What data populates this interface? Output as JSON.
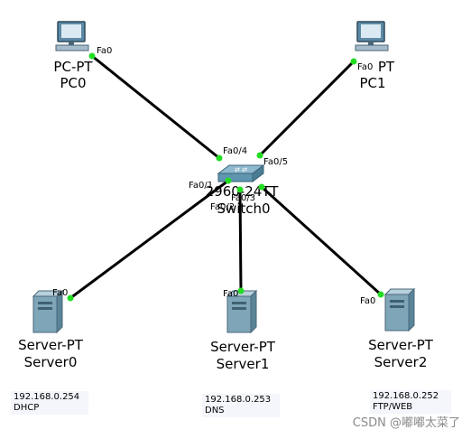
{
  "devices": {
    "pc0": {
      "type_label": "PC-PT",
      "name": "PC0"
    },
    "pc1": {
      "type_label": "PT",
      "name": "PC1"
    },
    "switch0": {
      "type_label": "2960-24TT",
      "name": "Switch0"
    },
    "server0": {
      "type_label": "Server-PT",
      "name": "Server0"
    },
    "server1": {
      "type_label": "Server-PT",
      "name": "Server1"
    },
    "server2": {
      "type_label": "Server-PT",
      "name": "Server2"
    }
  },
  "ports": {
    "pc0_fa0": "Fa0",
    "pc1_fa0": "Fa0",
    "sw_fa04": "Fa0/4",
    "sw_fa05": "Fa0/5",
    "sw_fa01": "Fa0/1",
    "sw_fa02": "Fa0/2",
    "sw_fa03": "Fa0/3",
    "server0_fa0": "Fa0",
    "server1_fa0": "Fa0",
    "server2_fa0": "Fa0"
  },
  "notes": {
    "server0": {
      "ip": "192.168.0.254",
      "role": "DHCP"
    },
    "server1": {
      "ip": "192.168.0.253",
      "role": "DNS"
    },
    "server2": {
      "ip": "192.168.0.252",
      "role": "FTP/WEB"
    }
  },
  "watermark": "CSDN @嘟嘟太菜了",
  "colors": {
    "link": "#000000",
    "port_up": "#22dd22",
    "switch_body": "#5f95b0",
    "server_body": "#7fa6b8"
  }
}
